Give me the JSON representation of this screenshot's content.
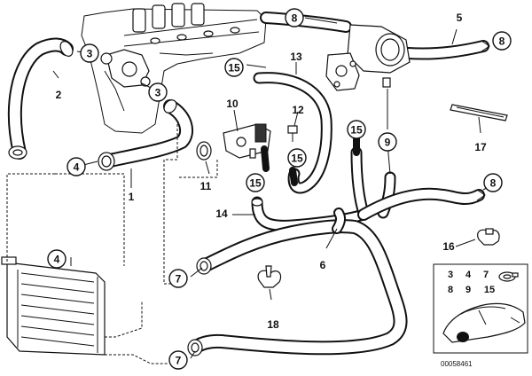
{
  "callouts": {
    "c1": "1",
    "c2": "2",
    "c3a": "3",
    "c3b": "3",
    "c4a": "4",
    "c4b": "4",
    "c5": "5",
    "c7a": "7",
    "c7b": "7",
    "c8a": "8",
    "c8b": "8",
    "c9": "9",
    "c10": "10",
    "c11": "11",
    "c12": "12",
    "c13": "13",
    "c14": "14",
    "c15a": "15",
    "c15b": "15",
    "c15c": "15",
    "c15d": "15",
    "c16": "16",
    "c17": "17",
    "c18": "18",
    "c6": "6"
  },
  "legend": {
    "row1": [
      "3",
      "4",
      "7"
    ],
    "row2": [
      "8",
      "9",
      "15"
    ]
  },
  "footer": {
    "code": "00058461"
  }
}
